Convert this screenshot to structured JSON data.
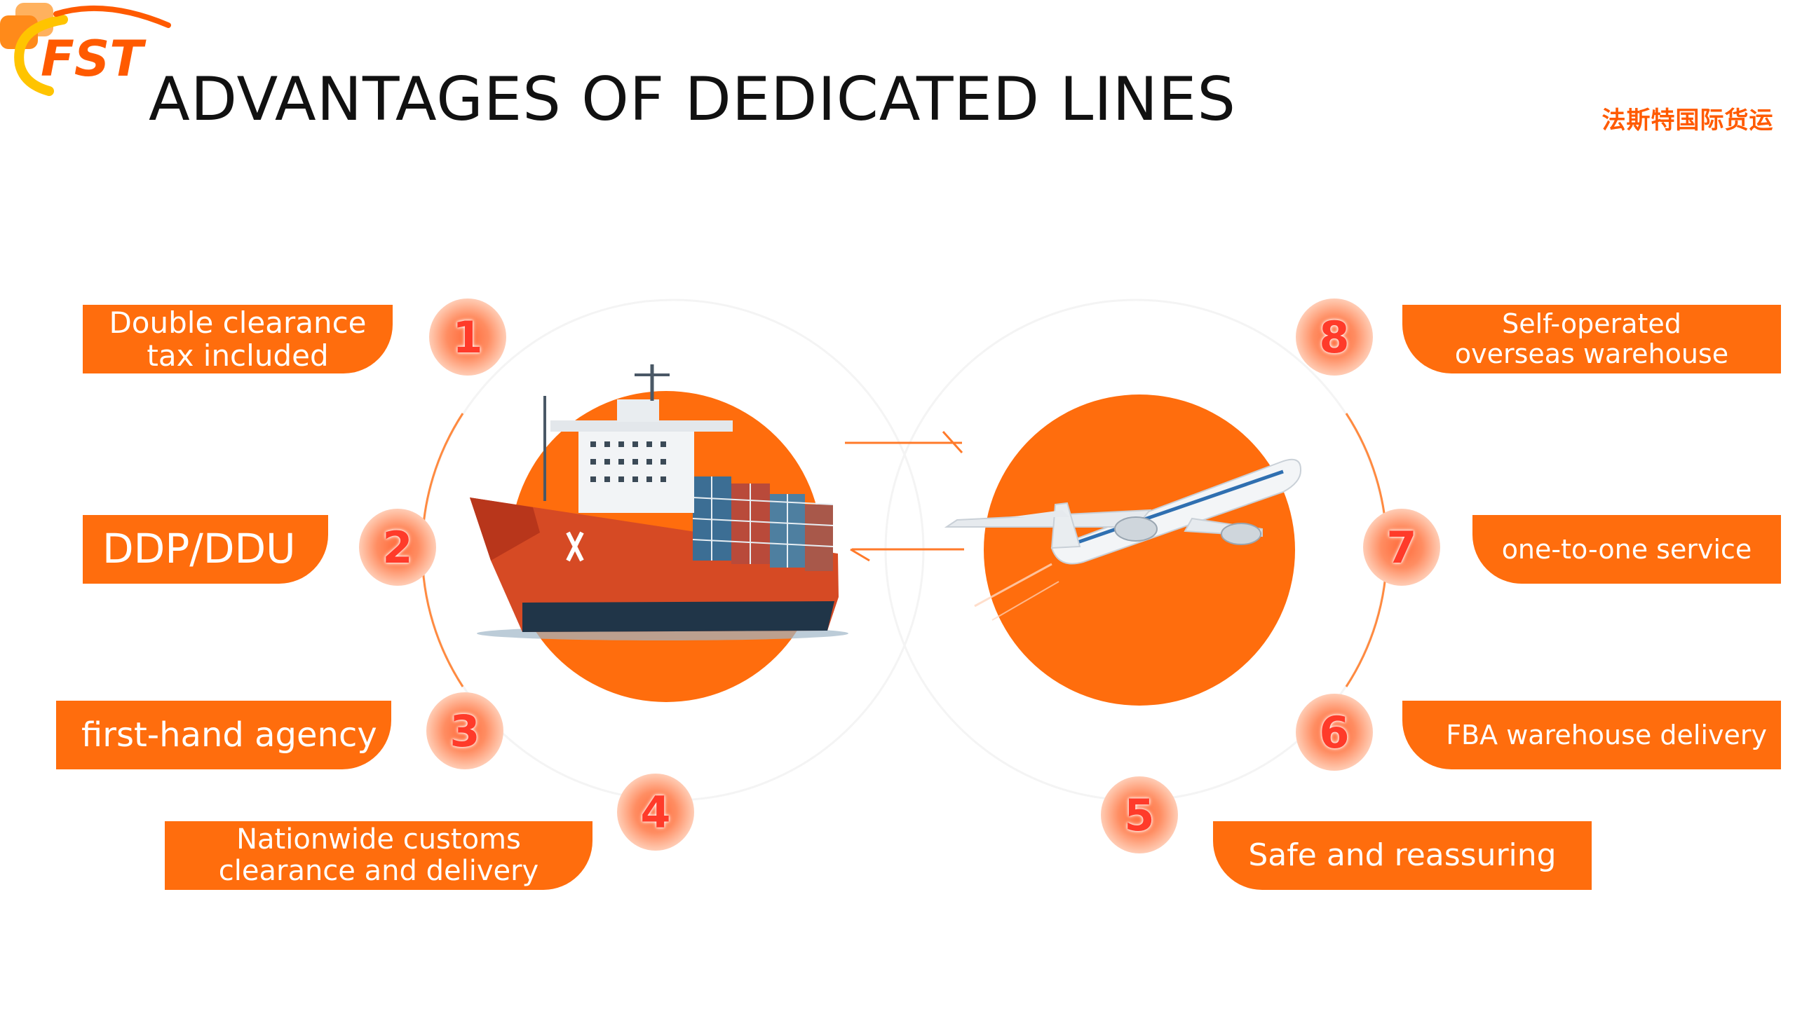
{
  "title": "ADVANTAGES OF DEDICATED LINES",
  "logo": {
    "mark": "FST",
    "name": "法斯特国际货运"
  },
  "colors": {
    "accent": "#ff6d0d",
    "accent_dark": "#ff5a00",
    "title_text": "#111111",
    "label_text": "#ffffff"
  },
  "icons": [
    "two-squares-icon",
    "container-ship-icon",
    "airplane-icon",
    "double-arrow-icon"
  ],
  "advantages": [
    {
      "number": "1",
      "lines": [
        "Double clearance",
        "tax included"
      ]
    },
    {
      "number": "2",
      "lines": [
        "DDP/DDU"
      ]
    },
    {
      "number": "3",
      "lines": [
        "first-hand agency"
      ]
    },
    {
      "number": "4",
      "lines": [
        "Nationwide customs",
        "clearance and delivery"
      ]
    },
    {
      "number": "5",
      "lines": [
        "Safe and reassuring"
      ]
    },
    {
      "number": "6",
      "lines": [
        "FBA warehouse delivery"
      ]
    },
    {
      "number": "7",
      "lines": [
        "one-to-one service"
      ]
    },
    {
      "number": "8",
      "lines": [
        "Self-operated",
        "overseas warehouse"
      ]
    }
  ]
}
